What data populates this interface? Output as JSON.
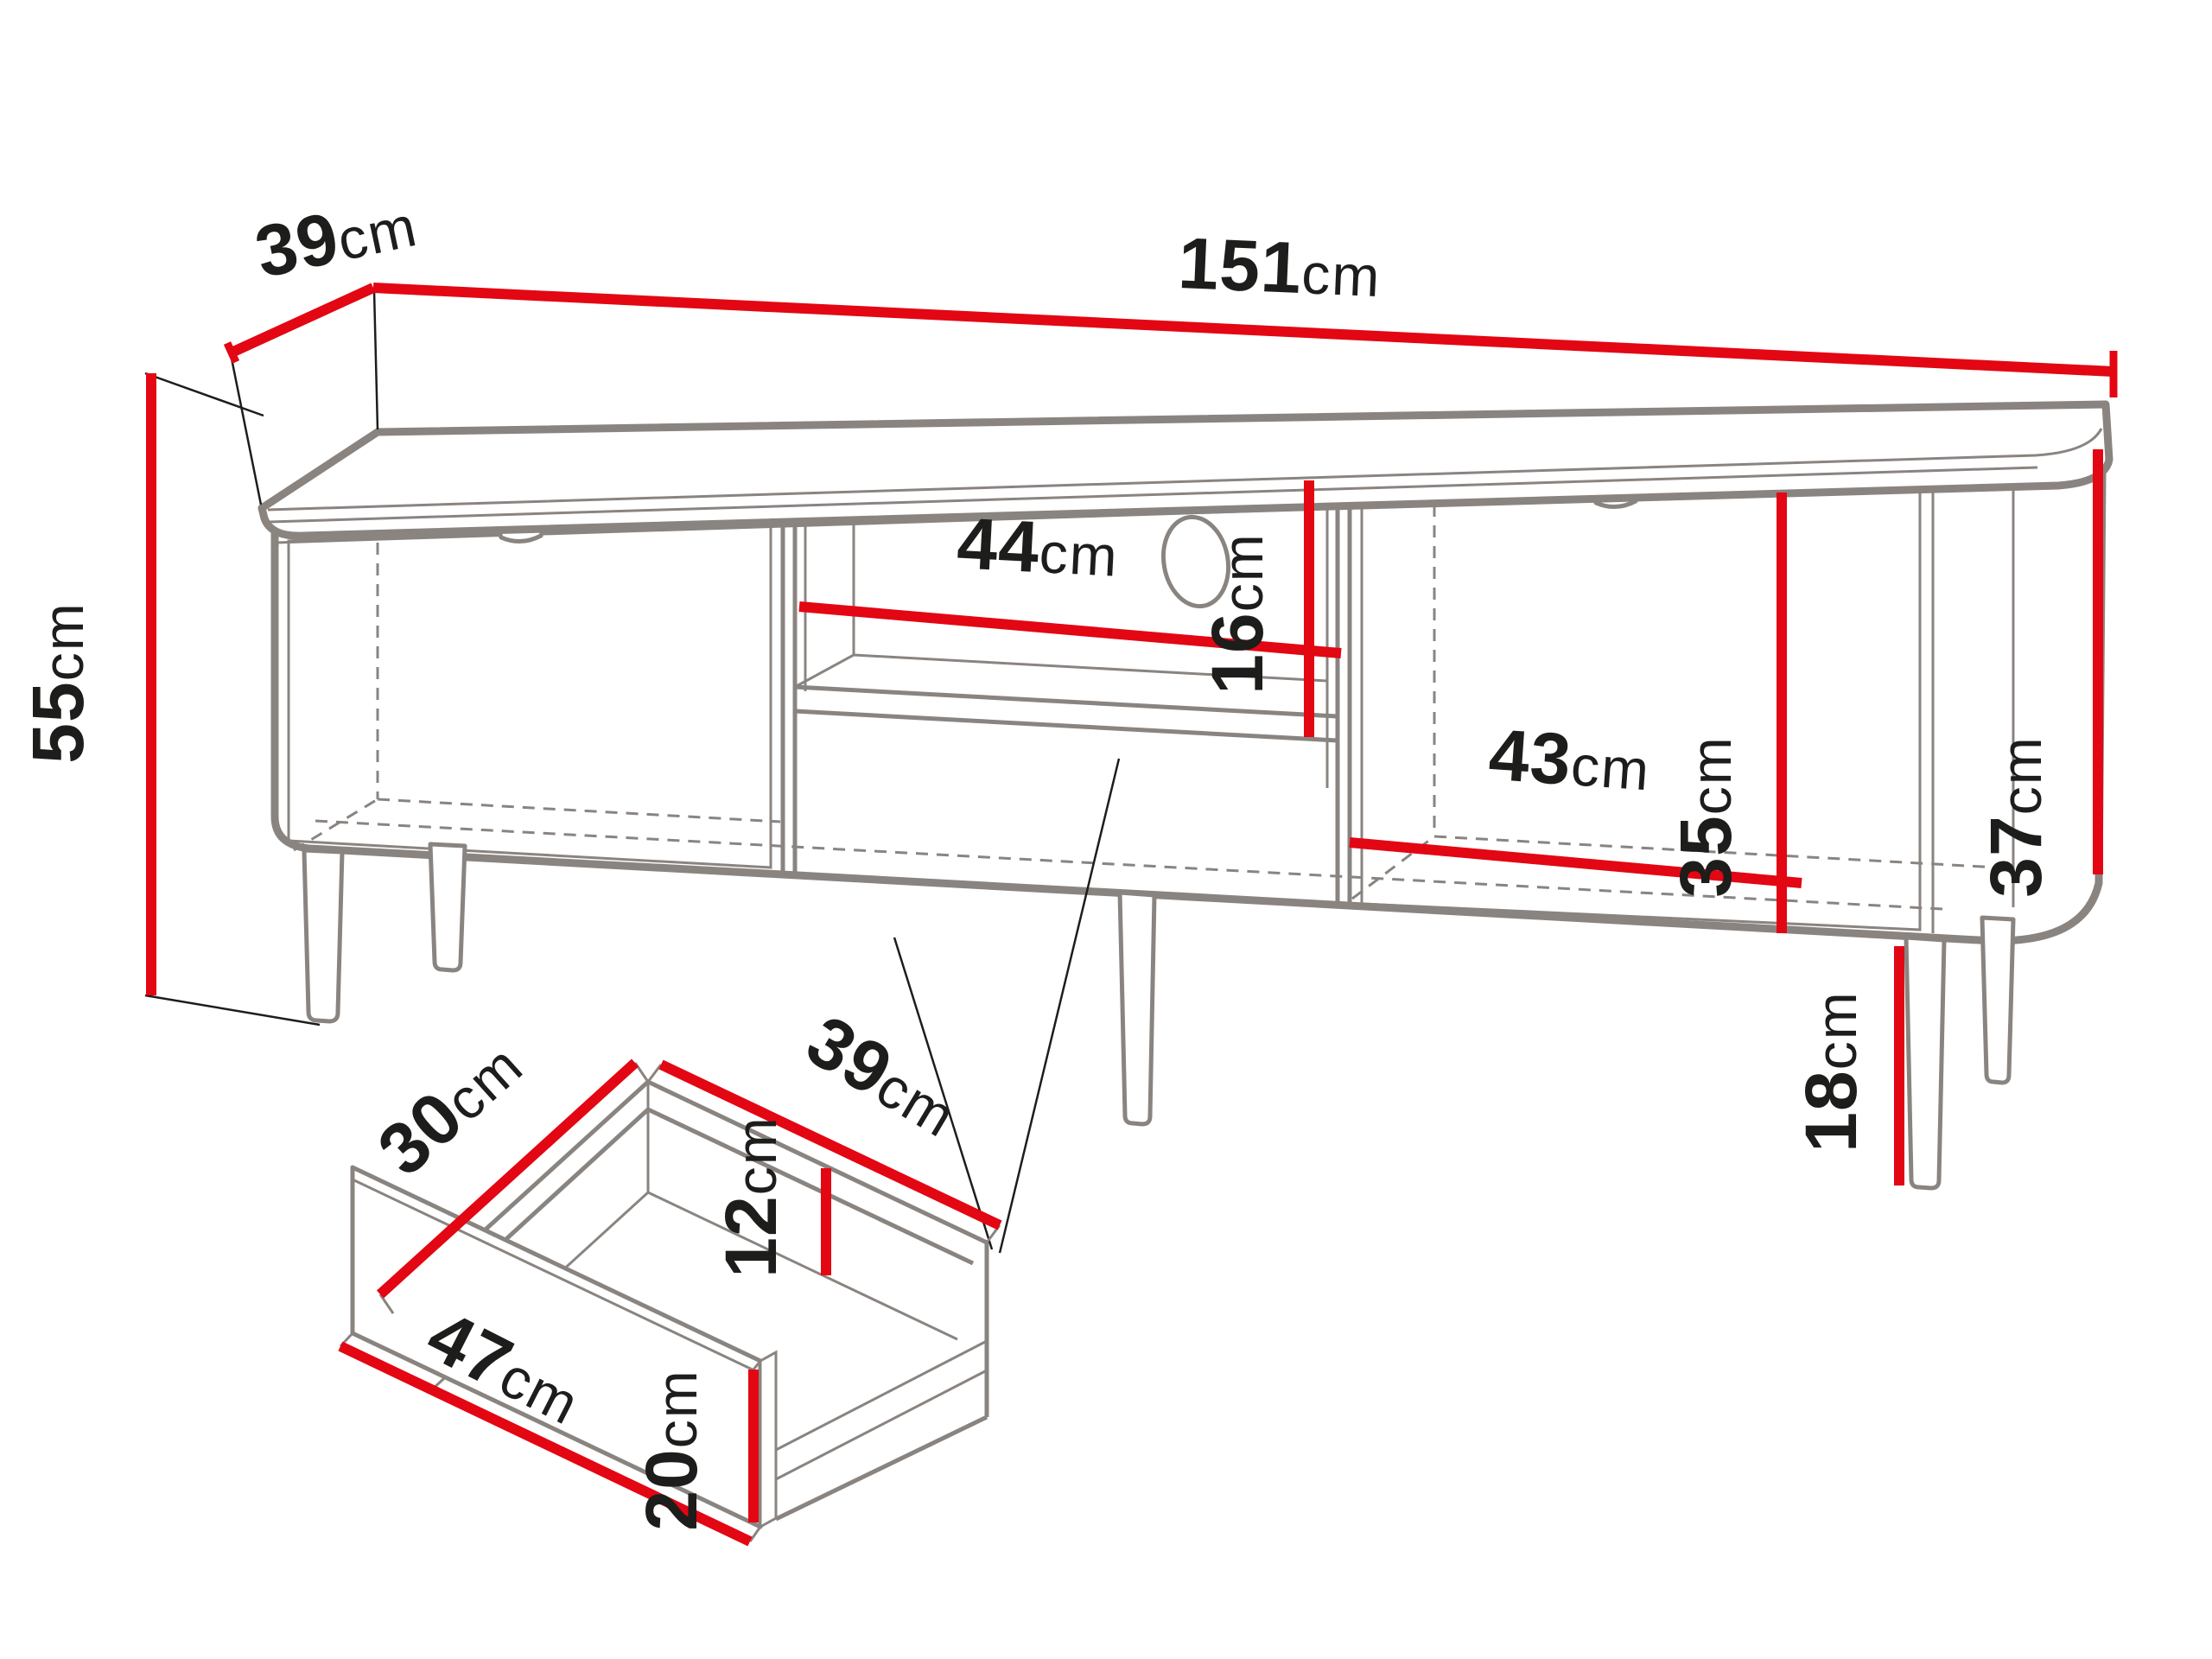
{
  "diagram": {
    "type": "furniture-dimension-drawing",
    "subject": "TV cabinet with two doors, open niche, drawer and metal legs, plus enlarged drawer box detail",
    "unit": "cm",
    "colors": {
      "dimension_line": "#e30613",
      "outline": "#8a8480",
      "text": "#1d1d1b",
      "background": "#ffffff"
    },
    "dimensions": {
      "overall": {
        "width_cm": 151,
        "depth_cm": 39,
        "height_cm": 55
      },
      "niche": {
        "width_cm": 44,
        "height_cm": 16
      },
      "right_compartment": {
        "width_cm": 43,
        "interior_height_cm": 35
      },
      "side_panel_height_cm": 37,
      "leg_height_cm": 18,
      "drawer": {
        "box_depth_cm": 30,
        "box_width_cm": 39,
        "box_side_height_cm": 12,
        "front_width_cm": 47,
        "front_height_cm": 20
      }
    }
  },
  "labels": {
    "d39": {
      "value": "39",
      "unit": "cm"
    },
    "w151": {
      "value": "151",
      "unit": "cm"
    },
    "h55": {
      "value": "55",
      "unit": "cm"
    },
    "n44": {
      "value": "44",
      "unit": "cm"
    },
    "n16": {
      "value": "16",
      "unit": "cm"
    },
    "c43": {
      "value": "43",
      "unit": "cm"
    },
    "c35": {
      "value": "35",
      "unit": "cm"
    },
    "s37": {
      "value": "37",
      "unit": "cm"
    },
    "l18": {
      "value": "18",
      "unit": "cm"
    },
    "dr30": {
      "value": "30",
      "unit": "cm"
    },
    "dr39": {
      "value": "39",
      "unit": "cm"
    },
    "dr12": {
      "value": "12",
      "unit": "cm"
    },
    "dr47": {
      "value": "47",
      "unit": "cm"
    },
    "dr20": {
      "value": "20",
      "unit": "cm"
    }
  }
}
